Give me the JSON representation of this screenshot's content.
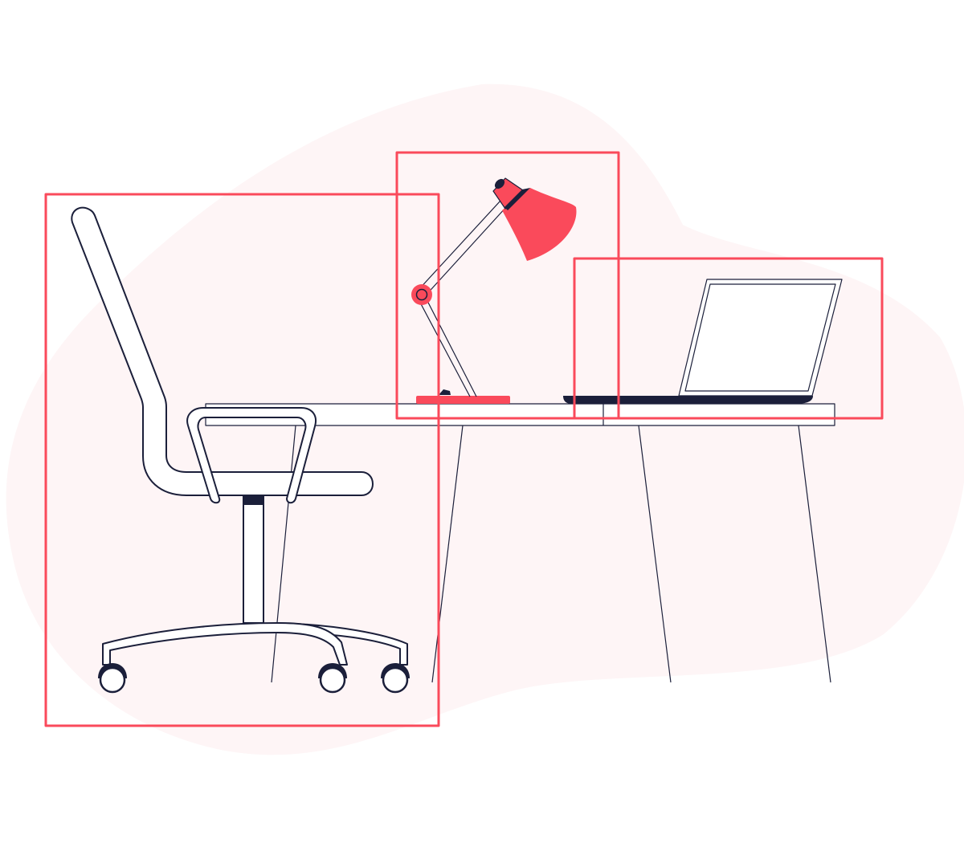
{
  "colors": {
    "background": "#ffffff",
    "blob": "#fef5f6",
    "accent": "#fa4a5b",
    "ink": "#1b1f3a",
    "fill": "#ffffff"
  },
  "icons": {
    "chair": "office-chair-icon",
    "lamp": "desk-lamp-icon",
    "laptop": "laptop-icon",
    "desk": "desk-icon"
  },
  "highlight_boxes": [
    {
      "target": "chair"
    },
    {
      "target": "lamp"
    },
    {
      "target": "laptop"
    }
  ]
}
